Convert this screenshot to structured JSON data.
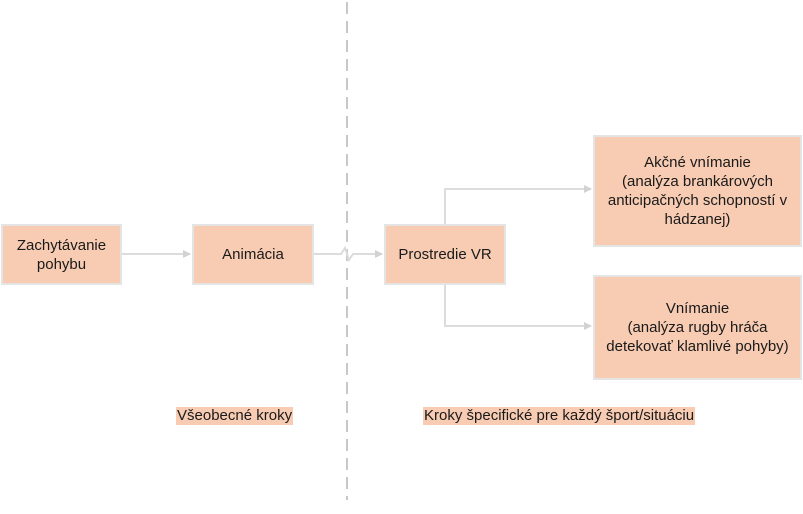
{
  "nodes": {
    "motion_capture": "Zachytávanie pohybu",
    "animation": "Animácia",
    "vr_environment": "Prostredie VR",
    "action_perception": {
      "title": "Akčné vnímanie",
      "detail": "(analýza brankárových anticipačných schopností v hádzanej)"
    },
    "perception": {
      "title": "Vnímanie",
      "detail": "(analýza rugby hráča detekovať klamlivé pohyby)"
    }
  },
  "sections": {
    "general": "Všeobecné kroky",
    "specific": "Kroky špecifické pre každý šport/situáciu"
  },
  "colors": {
    "box_fill": "#f8ccb3",
    "box_border": "#e4e4e4",
    "connector": "#dcdcdc",
    "divider": "#c8c8c8"
  }
}
